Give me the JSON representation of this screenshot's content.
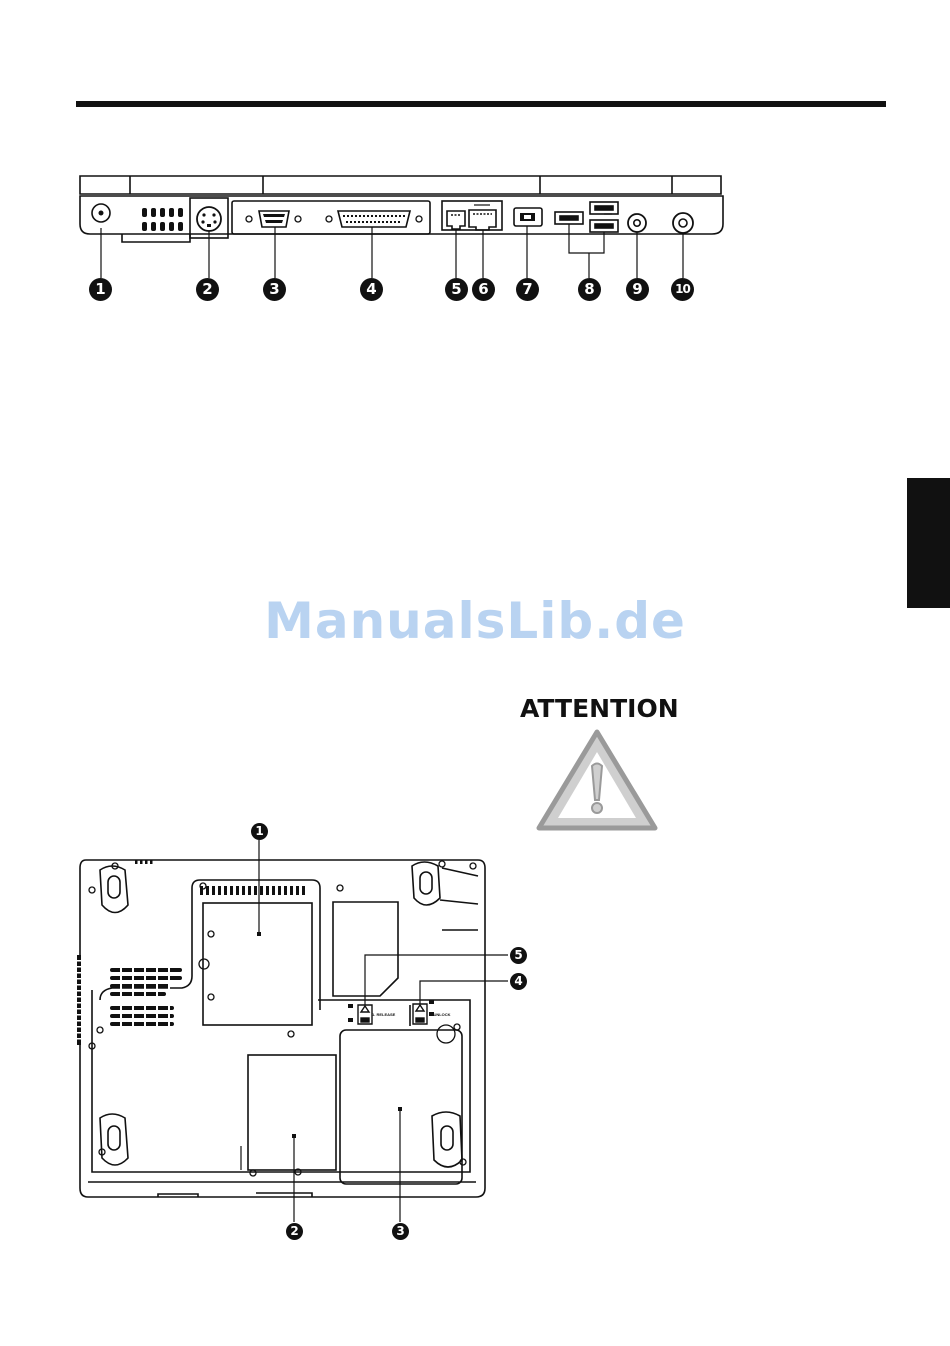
{
  "watermark": "ManualsLib.de",
  "attention": {
    "title": "ATTENTION",
    "icon": "warning-triangle-icon"
  },
  "rear_panel": {
    "callouts": [
      "1",
      "2",
      "3",
      "4",
      "5",
      "6",
      "7",
      "8",
      "9",
      "10"
    ]
  },
  "bottom_view": {
    "callouts": [
      "1",
      "2",
      "3",
      "4",
      "5"
    ],
    "slider_labels": {
      "release": "1. RELEASE",
      "unlock": "2. UNLOCK"
    }
  },
  "colors": {
    "ink": "#111111",
    "watermark": "#b9d3f1",
    "warning_fill": "#cfcfcf",
    "warning_stroke": "#9a9a9a"
  }
}
